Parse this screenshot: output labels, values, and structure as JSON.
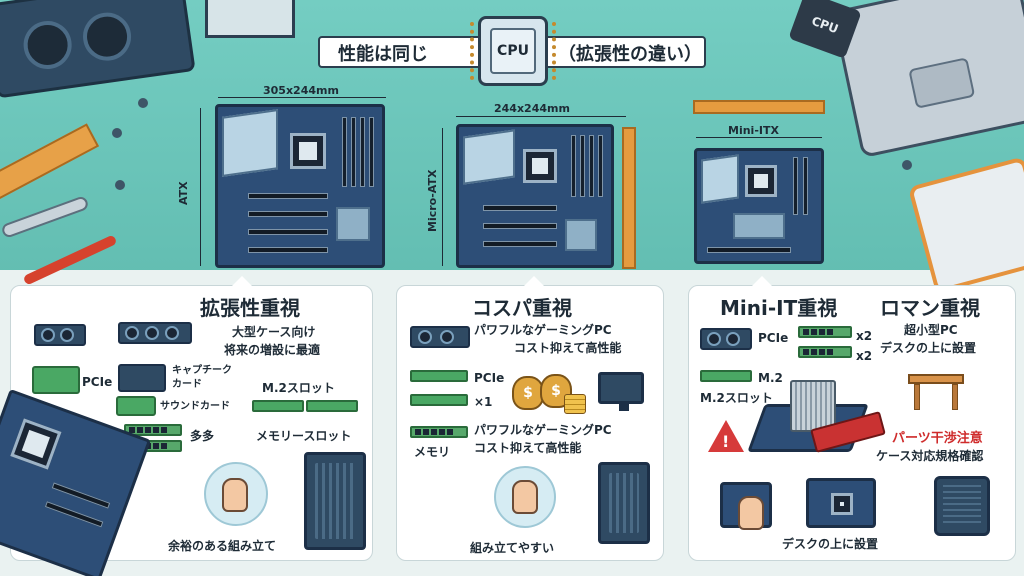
{
  "header": {
    "left_text": "性能は同じ",
    "cpu_label": "CPU",
    "right_text": "（拡張性の違い）"
  },
  "props": {
    "cpu_corner_label": "CPU"
  },
  "boards": {
    "atx": {
      "dimension": "305x244mm",
      "form_label": "ATX"
    },
    "matx": {
      "dimension": "244x244mm",
      "form_label": "Micro-ATX"
    },
    "itx": {
      "form_label": "Mini-ITX"
    }
  },
  "panel_atx": {
    "title": "拡張性重視",
    "desc_1": "大型ケース向け",
    "desc_2": "将来の増設に最適",
    "pcie_label": "PCIe",
    "capture_card_1": "キャプチーク",
    "capture_card_2": "カード",
    "sound_card": "サウンドカード",
    "m2_slot": "M.2スロット",
    "many": "多多",
    "memory_slot": "メモリースロット",
    "footer": "余裕のある組み立て"
  },
  "panel_matx": {
    "title": "コスパ重視",
    "desc_1a": "パワフルなゲーミングPC",
    "desc_1b": "コスト抑えて高性能",
    "pcie_label": "PCIe",
    "x1_label": "×1",
    "memory_label": "メモリ",
    "desc_2a": "パワフルなゲーミングPC",
    "desc_2b": "コスト抑えて高性能",
    "money_symbol": "$",
    "footer": "組み立てやすい"
  },
  "panel_itx": {
    "title_left": "Mini-IT重視",
    "title_right": "ロマン重視",
    "desc_1": "超小型PC",
    "desc_2": "デスクの上に設置",
    "pcie_label": "PCIe",
    "x2_a": "x2",
    "x2_b": "x2",
    "m2_label": "M.2",
    "m2_slot": "M.2スロット",
    "warning_1": "パーツ干渉注意",
    "warning_2": "ケース対応規格確認",
    "footer": "デスクの上に設置"
  },
  "colors": {
    "background_top": "#6fc8bc",
    "board_blue": "#2d4e77",
    "ruler_orange": "#e59b3f",
    "warning_red": "#cf2b2b"
  },
  "icons": [
    "graphics-card-icon",
    "capture-card-icon",
    "sound-card-icon",
    "memory-stick-icon",
    "m2-ssd-icon",
    "pc-tower-icon",
    "hand-icon",
    "money-bag-icon",
    "monitor-gamepad-icon",
    "warning-icon",
    "desk-icon",
    "cpu-cooler-icon",
    "mini-itx-case-icon"
  ]
}
